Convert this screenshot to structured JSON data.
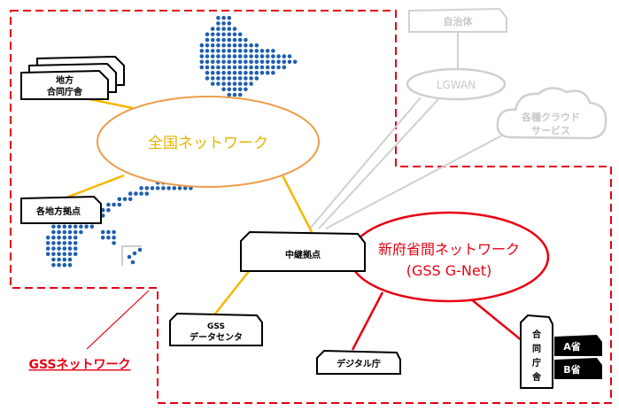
{
  "colors": {
    "national_line": "#f5b800",
    "gnet_line": "#e60012",
    "gray_line": "#d0d0d0",
    "japan_dots": "#1f5fae",
    "national_ellipse_stroke": "#ed9c4a",
    "national_label": "#e6b400",
    "gss_label": "#e60012",
    "box_fill": "#000000",
    "box_text": "#ffffff"
  },
  "nodes": {
    "jichitai": "自治体",
    "lgwan": "LGWAN",
    "cloud_line1": "各種クラウド",
    "cloud_line2": "サービス",
    "chiho_line1": "地方",
    "chiho_line2": "合同庁舎",
    "kakuchiho": "各地方拠点",
    "zenkoku": "全国ネットワーク",
    "chukei": "中継拠点",
    "shinfusho_line1": "新府省間ネットワーク",
    "shinfusho_line2": "(GSS G-Net)",
    "gss_dc_line1": "GSS",
    "gss_dc_line2": "データセンタ",
    "digital": "デジタル庁",
    "godo_chars": [
      "合",
      "同",
      "庁",
      "舎"
    ],
    "a_sho": "A省",
    "b_sho": "B省",
    "gss_network": "GSSネットワーク"
  }
}
